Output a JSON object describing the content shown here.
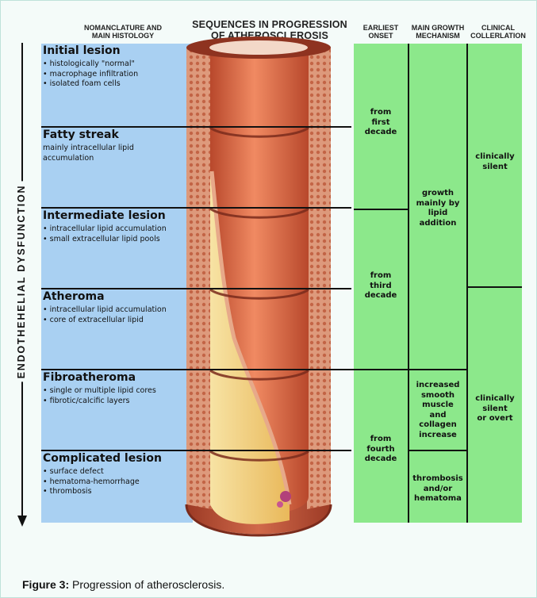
{
  "headers": {
    "nomenclature": "NOMANCLATURE AND\nMAIN HISTOLOGY",
    "sequences": "SEQUENCES IN PROGRESSION\nOF ATHEROSCLEROSIS",
    "onset": "EARLIEST\nONSET",
    "growth": "MAIN GROWTH\nMECHANISM",
    "clinical": "CLINICAL\nCOLLERLATION"
  },
  "axis_label": "ENDOTHEHELIAL DYSFUNCTION",
  "stages": [
    {
      "title": "Initial lesion",
      "bulleted": true,
      "items": [
        "histologically \"normal\"",
        "macrophage infiltration",
        "isolated foam cells"
      ]
    },
    {
      "title": "Fatty streak",
      "bulleted": false,
      "items": [
        "mainly intracellular lipid",
        "accumulation"
      ]
    },
    {
      "title": "Intermediate lesion",
      "bulleted": true,
      "items": [
        "intracellular lipid accumulation",
        "small extracellular lipid pools"
      ]
    },
    {
      "title": "Atheroma",
      "bulleted": true,
      "items": [
        "intracellular lipid accumulation",
        "core of extracellular lipid"
      ]
    },
    {
      "title": "Fibroatheroma",
      "bulleted": true,
      "items": [
        "single or multiple lipid cores",
        "fibrotic/calcific layers"
      ]
    },
    {
      "title": "Complicated lesion",
      "bulleted": true,
      "items": [
        "surface defect",
        "hematoma-hemorrhage",
        "thrombosis"
      ]
    }
  ],
  "onset": [
    "from\nfirst\ndecade",
    "from\nthird\ndecade",
    "from\nfourth\ndecade"
  ],
  "growth": [
    "growth\nmainly by\nlipid\naddition",
    "increased\nsmooth\nmuscle\nand\ncollagen\nincrease",
    "thrombosis\nand/or\nhematoma"
  ],
  "clinical": [
    "clinically\nsilent",
    "clinically\nsilent\nor overt"
  ],
  "caption": {
    "label": "Figure 3:",
    "text": " Progression of atherosclerosis."
  },
  "colors": {
    "stage_panel": "#a9d0f2",
    "green_panel": "#8ce88b",
    "vessel_wall": "#c25a3a",
    "lumen": "#e07850",
    "lipid_core": "#f3d27a"
  }
}
